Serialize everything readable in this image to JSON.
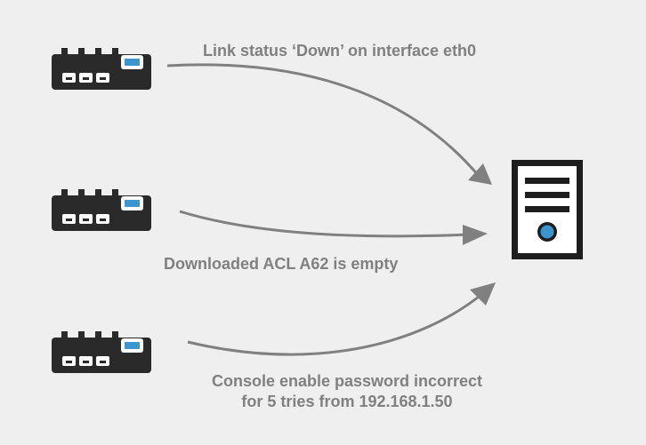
{
  "messages": [
    {
      "text": "Link status ‘Down’ on interface eth0"
    },
    {
      "text": "Downloaded ACL A62 is empty"
    },
    {
      "lines": [
        "Console enable password incorrect",
        "for 5 tries from 192.168.1.50"
      ]
    }
  ],
  "icons": {
    "device": "network-switch-icon",
    "server": "server-icon"
  },
  "colors": {
    "background": "#efefef",
    "device_body": "#2a2a2a",
    "device_port": "#ffffff",
    "device_led": "#3d95d0",
    "arrow": "#808080",
    "text": "#808080"
  }
}
